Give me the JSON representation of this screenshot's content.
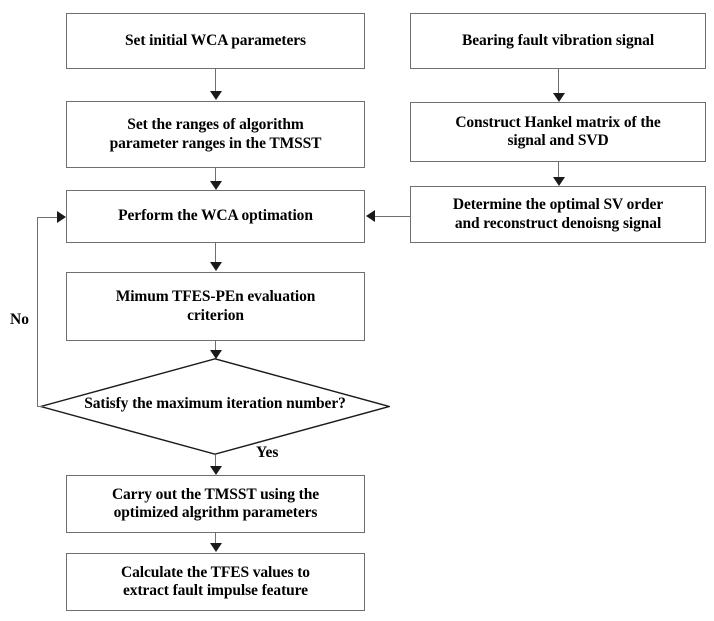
{
  "diagram": {
    "title": "WCA-optimized TMSST bearing fault feature extraction flowchart",
    "colors": {
      "box_border": "#6f6f6f",
      "arrow": "#1a1a1a",
      "text": "#000000",
      "background": "#ffffff"
    },
    "nodes": [
      {
        "id": "set-initial-wca",
        "type": "process",
        "lines": [
          "Set initial WCA parameters"
        ]
      },
      {
        "id": "set-ranges",
        "type": "process",
        "lines": [
          "Set the ranges of algorithm",
          "parameter ranges in the TMSST"
        ]
      },
      {
        "id": "perform-wca",
        "type": "process",
        "lines": [
          "Perform the WCA optimation"
        ]
      },
      {
        "id": "mimum-tfes-pen",
        "type": "process",
        "lines": [
          "Mimum TFES-PEn evaluation",
          "criterion"
        ]
      },
      {
        "id": "satisfy-max-iteration",
        "type": "decision",
        "lines": [
          "Satisfy the maximum",
          "iteration number?"
        ]
      },
      {
        "id": "carry-out-tmsst",
        "type": "process",
        "lines": [
          "Carry out the TMSST using the",
          "optimized algrithm parameters"
        ]
      },
      {
        "id": "calculate-tfes",
        "type": "process",
        "lines": [
          "Calculate the TFES values to",
          "extract fault impulse feature"
        ]
      },
      {
        "id": "bearing-fault-signal",
        "type": "process",
        "lines": [
          "Bearing fault vibration signal"
        ]
      },
      {
        "id": "construct-hankel",
        "type": "process",
        "lines": [
          "Construct Hankel matrix of the",
          "signal and SVD"
        ]
      },
      {
        "id": "determine-sv-order",
        "type": "process",
        "lines": [
          "Determine the optimal SV order",
          "and reconstruct denoisng signal"
        ]
      }
    ],
    "edge_labels": {
      "no": "No",
      "yes": "Yes"
    }
  }
}
